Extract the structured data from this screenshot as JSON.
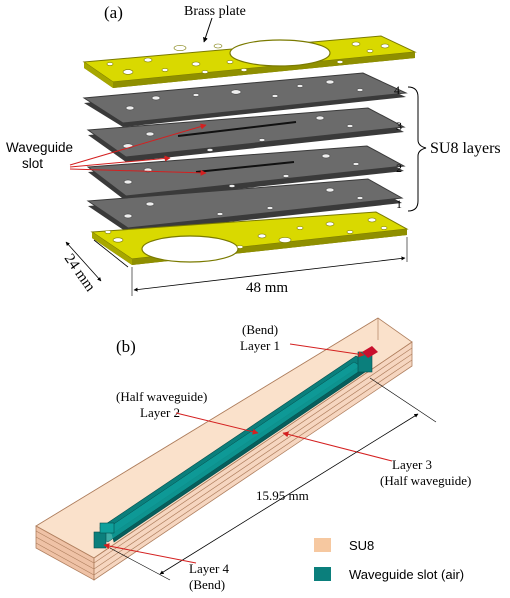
{
  "panel_a": {
    "label": "(a)",
    "brass_plate_label": "Brass plate",
    "waveguide_slot_label": [
      "Waveguide",
      "slot"
    ],
    "layer_numbers": [
      "4",
      "3",
      "2",
      "1"
    ],
    "su8_layers_label": "SU8 layers",
    "width_dim": "24 mm",
    "length_dim": "48 mm"
  },
  "panel_b": {
    "label": "(b)",
    "bend_layer1": [
      "(Bend)",
      "Layer 1"
    ],
    "half_wg_layer2": [
      "(Half waveguide)",
      "Layer 2"
    ],
    "layer3_half_wg": [
      "Layer 3",
      "(Half waveguide)"
    ],
    "length_dim": "15.95 mm",
    "layer4_bend": [
      "Layer 4",
      "(Bend)"
    ],
    "legend": [
      {
        "label": "SU8",
        "color": "#f6c8a0"
      },
      {
        "label": "Waveguide slot (air)",
        "color": "#0b7f7c"
      }
    ]
  },
  "colors": {
    "brass": "#d9d900",
    "brass_edge": "#7a7a00",
    "su8_plate": "#6b6b6b",
    "su8_edge": "#3a3a3a",
    "annotation_red": "#d42020",
    "bend_red": "#c8102e"
  }
}
